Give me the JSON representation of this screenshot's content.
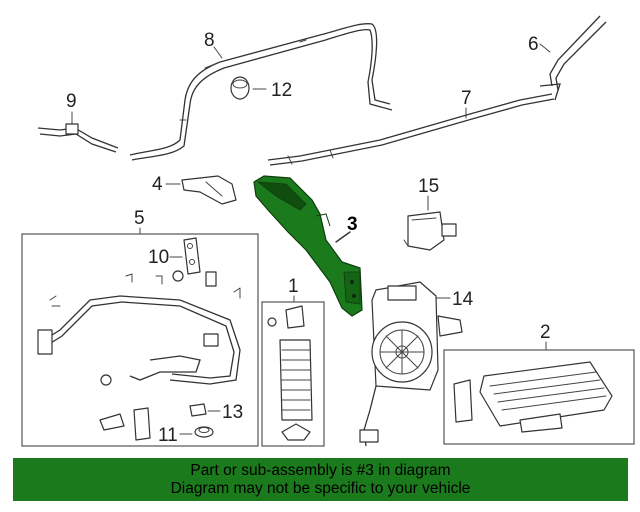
{
  "callouts": {
    "c1": "1",
    "c2": "2",
    "c3": "3",
    "c4": "4",
    "c5": "5",
    "c6": "6",
    "c7": "7",
    "c8": "8",
    "c9": "9",
    "c10": "10",
    "c11": "11",
    "c12": "12",
    "c13": "13",
    "c14": "14",
    "c15": "15"
  },
  "highlight_color": "#1b7a1b",
  "banner": {
    "line1": "Part or sub-assembly is #3 in diagram",
    "line2": "Diagram may not be specific to your vehicle"
  }
}
